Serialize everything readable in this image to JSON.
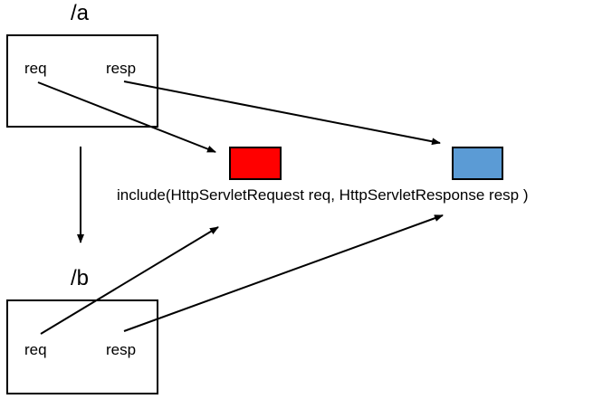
{
  "servlet_a": {
    "path": "/a",
    "req": "req",
    "resp": "resp"
  },
  "servlet_b": {
    "path": "/b",
    "req": "req",
    "resp": "resp"
  },
  "include_call": {
    "text": "include(HttpServletRequest req, HttpServletResponse resp )"
  },
  "colors": {
    "request_object": "#ff0000",
    "response_object": "#5b9bd5",
    "line": "#000000"
  }
}
